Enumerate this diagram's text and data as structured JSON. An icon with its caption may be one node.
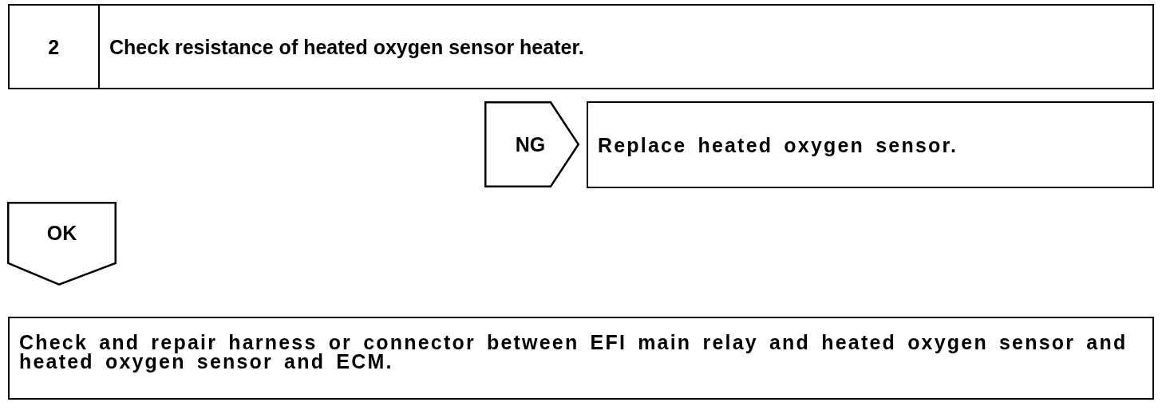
{
  "diagram": {
    "nodes": [
      {
        "text": [
          "2",
          "Check resistance of heated oxygen sensor heater."
        ]
      },
      {
        "text": [
          "NG"
        ]
      },
      {
        "text": [
          "Replace heated oxygen sensor."
        ]
      },
      {
        "text": [
          "OK"
        ]
      },
      {
        "text": [
          "Check and repair harness or connector between EFI main relay and heated oxygen sensor and heated oxygen sensor and ECM."
        ]
      }
    ]
  }
}
